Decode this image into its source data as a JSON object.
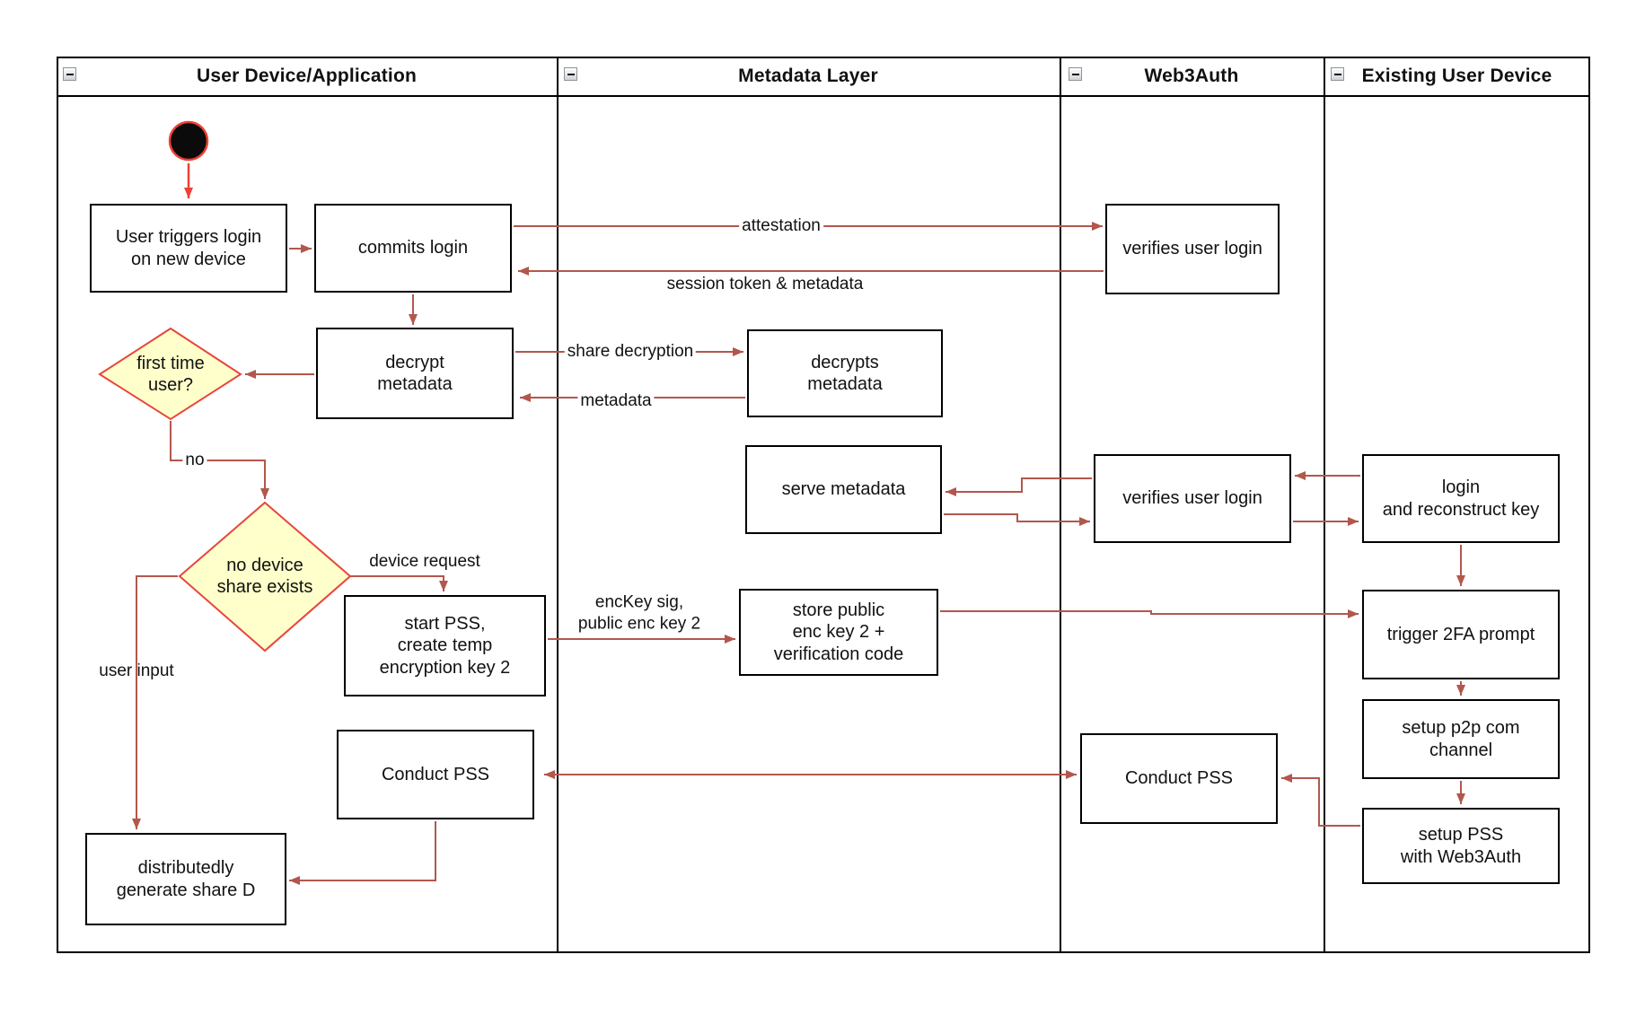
{
  "lanes": [
    {
      "label": "User Device/Application"
    },
    {
      "label": "Metadata Layer"
    },
    {
      "label": "Web3Auth"
    },
    {
      "label": "Existing User Device"
    }
  ],
  "nodes": {
    "user_triggers_login": "User triggers login\non new device",
    "commits_login": "commits login",
    "decrypt_metadata": "decrypt\nmetadata",
    "start_pss": "start PSS,\ncreate temp\nencryption key 2",
    "conduct_pss_user": "Conduct PSS",
    "generate_share_d": "distributedly\ngenerate share D",
    "decrypts_metadata": "decrypts\nmetadata",
    "serve_metadata": "serve metadata",
    "store_public": "store public\nenc key 2 +\nverification code",
    "verifies_user_login_1": "verifies user login",
    "verifies_user_login_2": "verifies user login",
    "conduct_pss_web3auth": "Conduct PSS",
    "login_reconstruct": "login\nand reconstruct key",
    "trigger_2fa": "trigger 2FA prompt",
    "setup_p2p": "setup p2p com\nchannel",
    "setup_pss": "setup PSS\nwith Web3Auth"
  },
  "decisions": {
    "first_time_user": "first time\nuser?",
    "no_device_share": "no device\nshare exists"
  },
  "edge_labels": {
    "attestation": "attestation",
    "session_token": "session token & metadata",
    "share_decryption": "share decryption",
    "metadata": "metadata",
    "no": "no",
    "device_request": "device request",
    "user_input": "user input",
    "enckey_sig": "encKey sig,\npublic enc key 2"
  },
  "colors": {
    "arrow": "#b2574d",
    "accent_red": "#ee4035",
    "diamond_fill": "#ffffcc",
    "diamond_border": "#e8463b",
    "node_border": "#000000"
  }
}
